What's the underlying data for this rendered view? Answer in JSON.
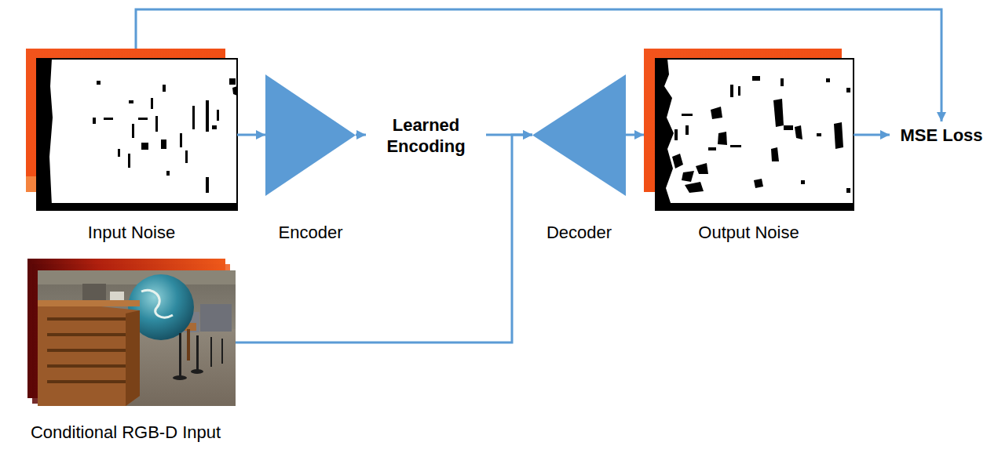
{
  "diagram": {
    "nodes": [
      {
        "text": [
          "Input Noise"
        ]
      },
      {
        "text": [
          "Encoder"
        ]
      },
      {
        "text": [
          "Learned Encoding"
        ]
      },
      {
        "text": [
          "Decoder"
        ]
      },
      {
        "text": [
          "Output Noise"
        ]
      },
      {
        "text": [
          "MSE Loss"
        ]
      },
      {
        "text": [
          "Conditional RGB-D Input"
        ]
      }
    ],
    "edges": [
      {
        "from": 0,
        "to": 1,
        "arrow": "to"
      },
      {
        "from": 1,
        "to": 2,
        "arrow": "to"
      },
      {
        "from": 2,
        "to": 3,
        "arrow": "to"
      },
      {
        "from": 6,
        "to": 3,
        "arrow": "to"
      },
      {
        "from": 3,
        "to": 4,
        "arrow": "to"
      },
      {
        "from": 4,
        "to": 5,
        "arrow": "to"
      },
      {
        "from": 0,
        "to": 5,
        "arrow": "to"
      }
    ]
  }
}
